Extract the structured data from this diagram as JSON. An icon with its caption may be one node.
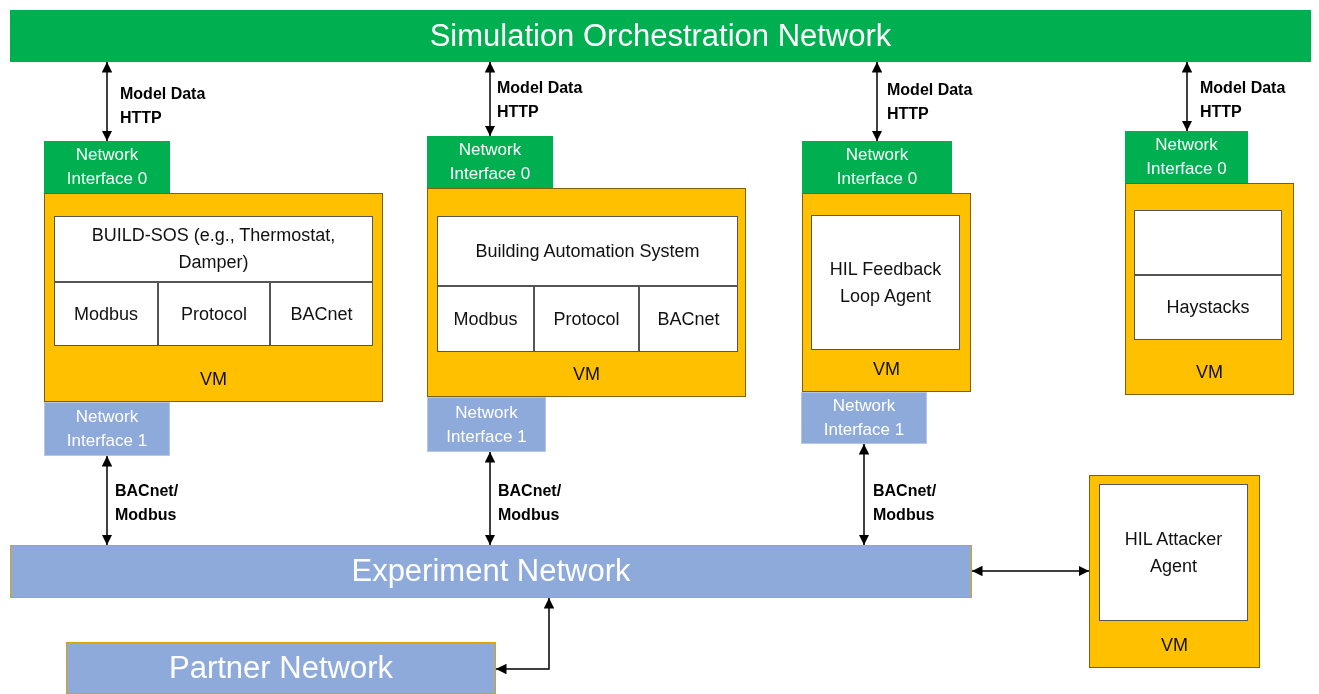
{
  "diagram": {
    "nodes": [
      {
        "text": [
          "Simulation Orchestration Network"
        ]
      },
      {
        "text": [
          "Network Interface 0"
        ]
      },
      {
        "text": [
          "VM"
        ]
      },
      {
        "text": [
          "BUILD-SOS (e.g., Thermostat, Damper)"
        ],
        "in": 2
      },
      {
        "text": [
          "Modbus"
        ],
        "in": 2
      },
      {
        "text": [
          "Protocol"
        ],
        "in": 2
      },
      {
        "text": [
          "BACnet"
        ],
        "in": 2
      },
      {
        "text": [
          "Network Interface 1"
        ]
      },
      {
        "text": [
          "Network Interface 0"
        ]
      },
      {
        "text": [
          "VM"
        ]
      },
      {
        "text": [
          "Building Automation System"
        ],
        "in": 9
      },
      {
        "text": [
          "Modbus"
        ],
        "in": 9
      },
      {
        "text": [
          "Protocol"
        ],
        "in": 9
      },
      {
        "text": [
          "BACnet"
        ],
        "in": 9
      },
      {
        "text": [
          "Network Interface 1"
        ]
      },
      {
        "text": [
          "Network Interface 0"
        ]
      },
      {
        "text": [
          "VM"
        ]
      },
      {
        "text": [
          "HIL Feedback Loop Agent"
        ],
        "in": 16
      },
      {
        "text": [
          "Network Interface 1"
        ]
      },
      {
        "text": [
          "Network Interface 0"
        ]
      },
      {
        "text": [
          "VM"
        ]
      },
      {
        "text": [],
        "shape": "box",
        "in": 20
      },
      {
        "text": [
          "Haystacks"
        ],
        "in": 20
      },
      {
        "text": [
          "Experiment Network"
        ]
      },
      {
        "text": [
          "Partner Network"
        ]
      },
      {
        "text": [
          "VM"
        ]
      },
      {
        "text": [
          "HIL Attacker Agent"
        ],
        "in": 25
      }
    ],
    "edges": [
      {
        "from": 1,
        "to": 0,
        "arrow": "both",
        "label": "Model Data HTTP"
      },
      {
        "from": 8,
        "to": 0,
        "arrow": "both",
        "label": "Model Data HTTP"
      },
      {
        "from": 15,
        "to": 0,
        "arrow": "both",
        "label": "Model Data HTTP"
      },
      {
        "from": 19,
        "to": 0,
        "arrow": "both",
        "label": "Model Data HTTP"
      },
      {
        "from": 7,
        "to": 23,
        "arrow": "both",
        "label": "BACnet/ Modbus"
      },
      {
        "from": 14,
        "to": 23,
        "arrow": "both",
        "label": "BACnet/ Modbus"
      },
      {
        "from": 18,
        "to": 23,
        "arrow": "both",
        "label": "BACnet/ Modbus"
      },
      {
        "from": 23,
        "to": 25,
        "arrow": "both"
      },
      {
        "from": 23,
        "to": 24,
        "arrow": "both"
      }
    ]
  }
}
